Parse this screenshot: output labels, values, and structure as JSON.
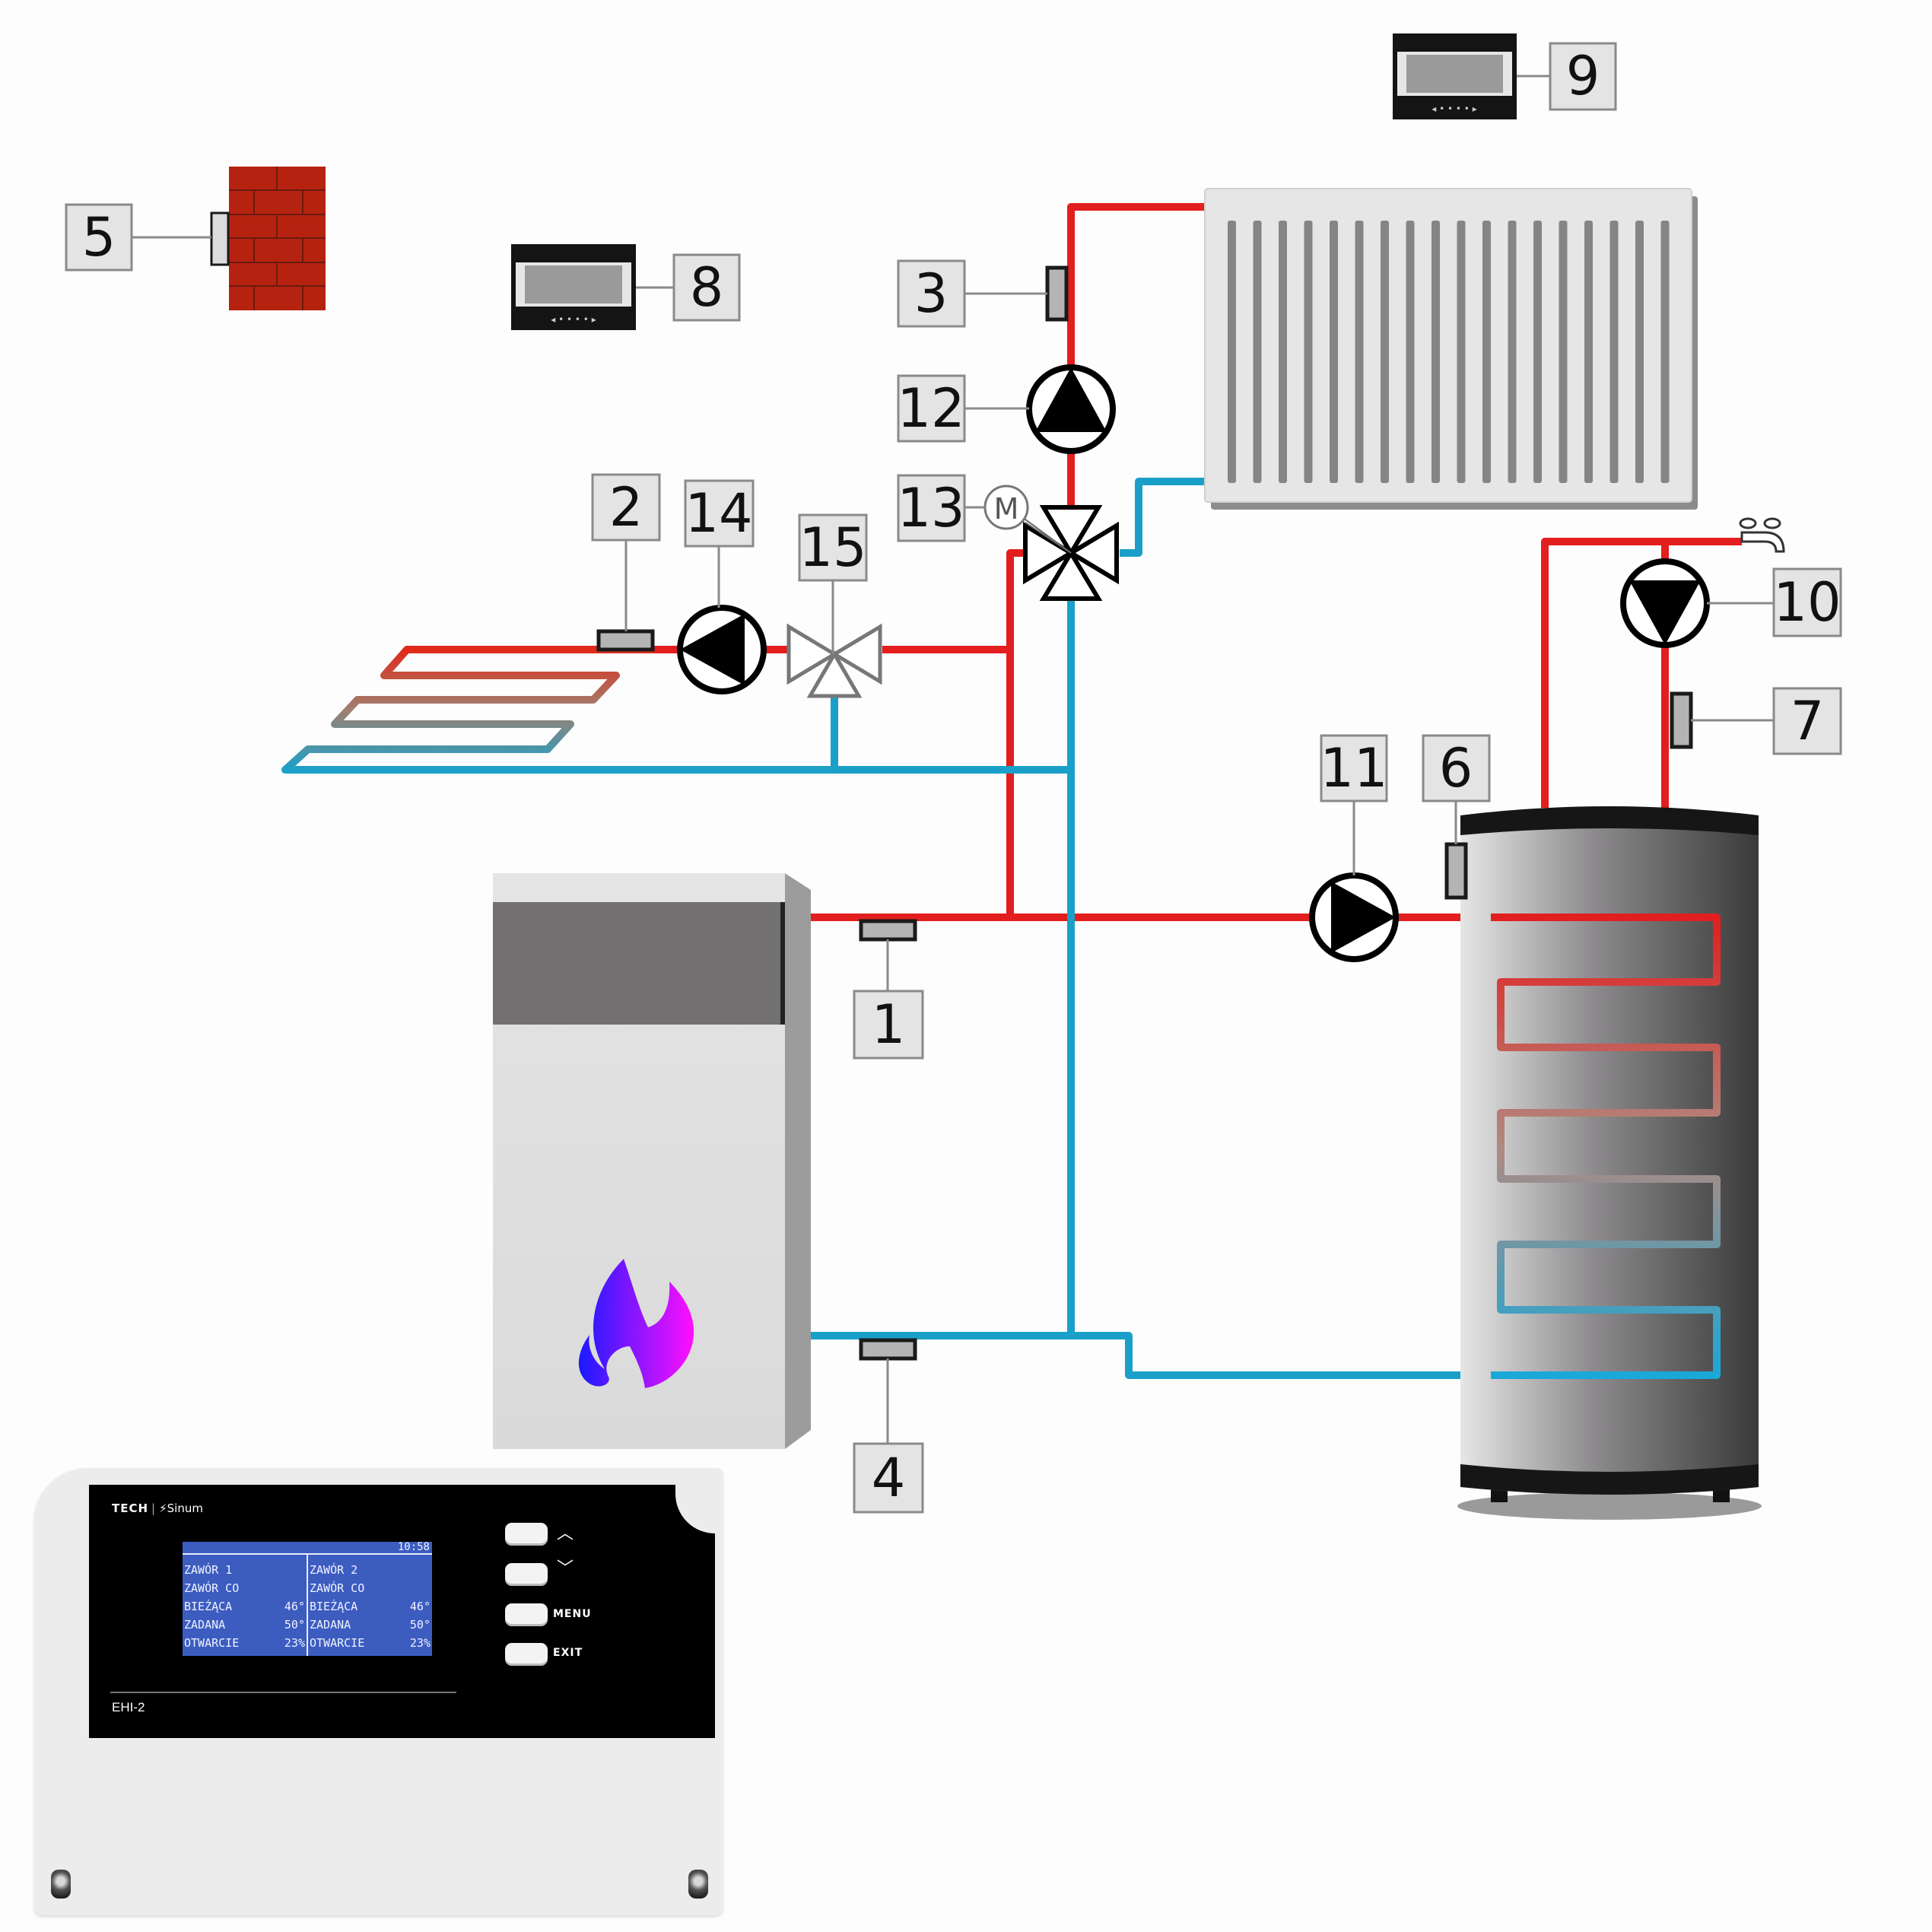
{
  "diagram": {
    "title": "Heating system schematic with EHI-2 controller",
    "colors": {
      "hot_pipe": "#e31e1e",
      "cold_pipe": "#1aa0c8",
      "brick": "#b52310",
      "label_fill": "#e4e4e4",
      "lcd_background": "#3c5cc0",
      "flame_start": "#1a1aff",
      "flame_end": "#ff10ff"
    },
    "labels": {
      "n1": "1",
      "n2": "2",
      "n3": "3",
      "n4": "4",
      "n5": "5",
      "n6": "6",
      "n7": "7",
      "n8": "8",
      "n9": "9",
      "n10": "10",
      "n11": "11",
      "n12": "12",
      "n13": "13",
      "n14": "14",
      "n15": "15"
    },
    "components": [
      {
        "id": "1",
        "type": "temperature-sensor",
        "location": "boiler supply"
      },
      {
        "id": "2",
        "type": "temperature-sensor",
        "location": "floor heating supply"
      },
      {
        "id": "3",
        "type": "temperature-sensor",
        "location": "radiator supply"
      },
      {
        "id": "4",
        "type": "temperature-sensor",
        "location": "boiler return"
      },
      {
        "id": "5",
        "type": "outdoor-sensor",
        "location": "external wall"
      },
      {
        "id": "6",
        "type": "temperature-sensor",
        "location": "hot water tank"
      },
      {
        "id": "7",
        "type": "temperature-sensor",
        "location": "circulation line"
      },
      {
        "id": "8",
        "type": "room-regulator"
      },
      {
        "id": "9",
        "type": "room-regulator"
      },
      {
        "id": "10",
        "type": "circulation-pump"
      },
      {
        "id": "11",
        "type": "hot-water-pump"
      },
      {
        "id": "12",
        "type": "radiator-circuit-pump"
      },
      {
        "id": "13",
        "type": "motorized-4-way-valve",
        "actuator_symbol": "M"
      },
      {
        "id": "14",
        "type": "floor-circuit-pump"
      },
      {
        "id": "15",
        "type": "3-way-valve"
      }
    ],
    "motor_symbol": "M"
  },
  "controller": {
    "brand": "TECH",
    "brand_sub": "Sinum",
    "model": "EHI-2",
    "lcd": {
      "time": "10:58",
      "columns": [
        {
          "rows": [
            {
              "label": "ZAWÓR 1",
              "value": ""
            },
            {
              "label": "ZAWÓR CO",
              "value": ""
            },
            {
              "label": "BIEŻĄCA",
              "value": "46°"
            },
            {
              "label": "ZADANA",
              "value": "50°"
            },
            {
              "label": "OTWARCIE",
              "value": "23%"
            }
          ]
        },
        {
          "rows": [
            {
              "label": "ZAWÓR 2",
              "value": ""
            },
            {
              "label": "ZAWÓR CO",
              "value": ""
            },
            {
              "label": "BIEŻĄCA",
              "value": "46°"
            },
            {
              "label": "ZADANA",
              "value": "50°"
            },
            {
              "label": "OTWARCIE",
              "value": "23%"
            }
          ]
        }
      ]
    },
    "buttons": {
      "up_icon": "^",
      "down_icon": "v",
      "menu": "MENU",
      "exit": "EXIT"
    }
  }
}
